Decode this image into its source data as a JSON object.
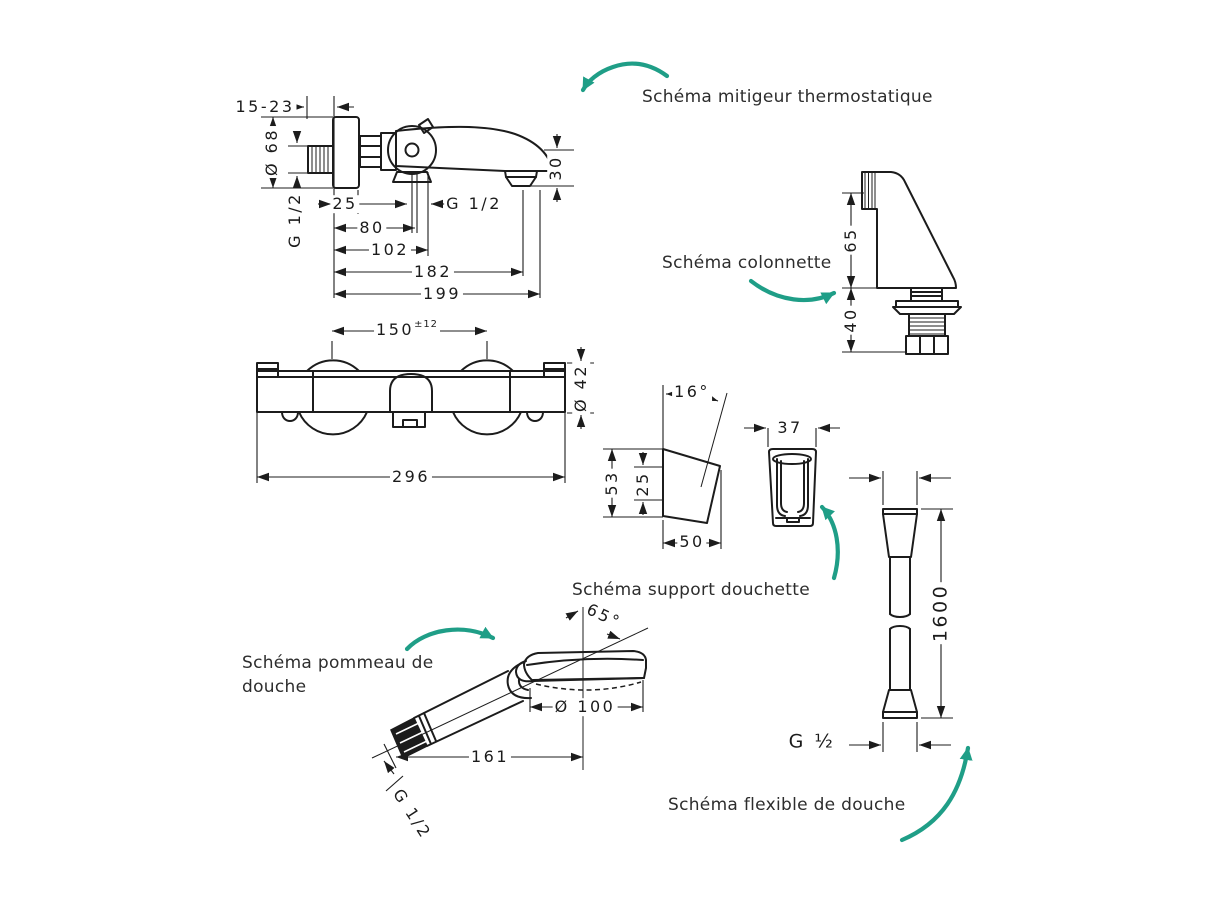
{
  "colors": {
    "ink": "#1c1c1c",
    "accent_arrow": "#1f9e87",
    "background": "#ffffff"
  },
  "labels": {
    "mitigeur": "Schéma mitigeur thermostatique",
    "colonnette": "Schéma colonnette",
    "support": "Schéma support douchette",
    "pommeau_line1": "Schéma pommeau de",
    "pommeau_line2": "douche",
    "flexible": "Schéma flexible de douche"
  },
  "dims": {
    "mitigeur_side": {
      "wall_offset": "15-23",
      "escutcheon_diameter": "Ø 68",
      "thread_left": "G 1/2",
      "escutcheon_depth": "25",
      "thread_outlet": "G 1/2",
      "d80": "80",
      "d102": "102",
      "d182": "182",
      "d199": "199",
      "spout_drop": "30"
    },
    "mitigeur_front": {
      "centers": "150",
      "centers_tolerance": "±12",
      "body_diameter": "Ø 42",
      "overall_width": "296"
    },
    "colonnette": {
      "upper_height": "65",
      "lower_height": "40"
    },
    "support": {
      "angle": "16°",
      "front_width": "37",
      "height": "53",
      "inner_height": "25",
      "depth": "50"
    },
    "pommeau": {
      "angle": "65°",
      "head_diameter": "Ø 100",
      "length": "161",
      "thread": "G 1/2"
    },
    "flexible": {
      "length": "1600",
      "thread": "G ½"
    }
  }
}
